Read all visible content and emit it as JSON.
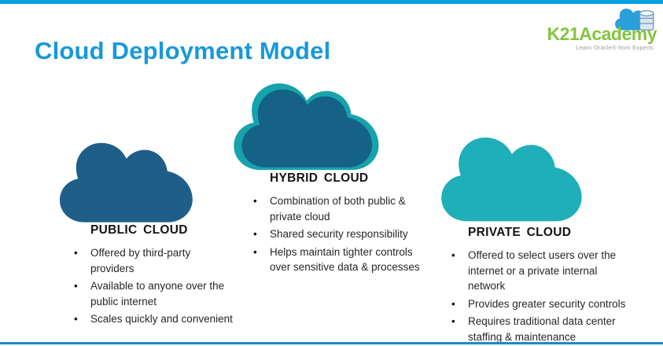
{
  "page": {
    "title": "Cloud Deployment Model"
  },
  "logo": {
    "name": "K21Academy",
    "tagline": "Learn Oracle® from Experts"
  },
  "sections": [
    {
      "id": "public",
      "heading": "PUBLIC CLOUD",
      "bullets": [
        "Offered by third-party providers",
        "Available to anyone over the public internet",
        "Scales quickly and convenient"
      ]
    },
    {
      "id": "hybrid",
      "heading": "HYBRID CLOUD",
      "bullets": [
        "Combination of both public & private cloud",
        "Shared security responsibility",
        "Helps maintain tighter controls over sensitive data & processes"
      ]
    },
    {
      "id": "private",
      "heading": "PRIVATE CLOUD",
      "bullets": [
        "Offered to select users over the internet or a private internal network",
        "Provides greater security controls",
        "Requires traditional data center staffing & maintenance"
      ]
    }
  ],
  "colors": {
    "top_bar": "#0aa0e1",
    "bottom_bar": "#1989ce",
    "title_blue": "#1899d8",
    "public_cloud": "#1f5e88",
    "hybrid_front": "#156286",
    "hybrid_back": "#16a3ac",
    "private_cloud": "#1fafb8",
    "logo_green": "#86c440",
    "logo_cloud": "#2b9fd9",
    "text_dark": "#262626"
  }
}
